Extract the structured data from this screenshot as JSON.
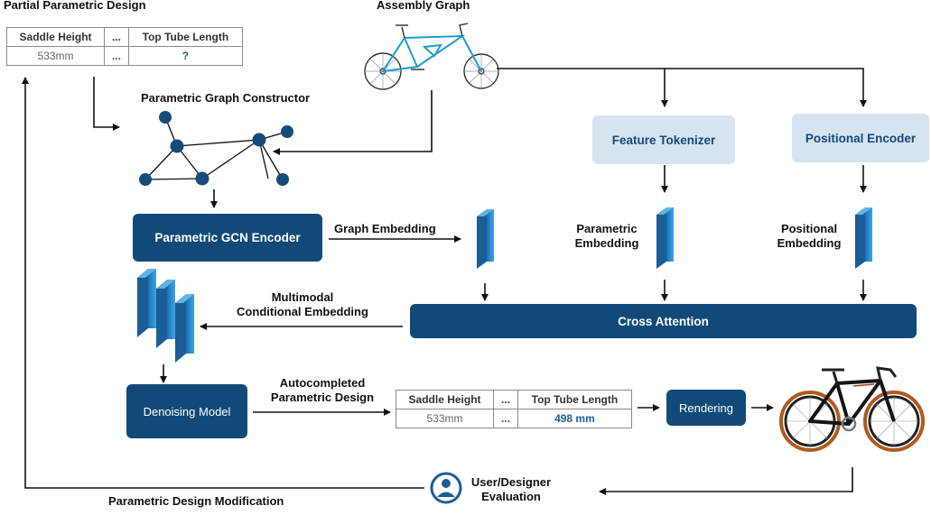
{
  "labels": {
    "partial_design": "Partial Parametric Design",
    "assembly_graph": "Assembly Graph",
    "graph_constructor": "Parametric Graph Constructor",
    "graph_embedding": "Graph Embedding",
    "parametric_embedding": [
      "Parametric",
      "Embedding"
    ],
    "positional_embedding": [
      "Positional",
      "Embedding"
    ],
    "multimodal_embedding": [
      "Multimodal",
      "Conditional Embedding"
    ],
    "autocompleted_design": [
      "Autocompleted",
      "Parametric Design"
    ],
    "user_evaluation": [
      "User/Designer",
      "Evaluation"
    ],
    "design_modification": "Parametric Design Modification"
  },
  "boxes": {
    "gcn_encoder": "Parametric GCN Encoder",
    "feature_tokenizer": "Feature Tokenizer",
    "positional_encoder": "Positional Encoder",
    "cross_attention": "Cross Attention",
    "denoising_model": "Denoising Model",
    "rendering": "Rendering"
  },
  "input_table": {
    "headers": [
      "Saddle Height",
      "...",
      "Top Tube Length"
    ],
    "values": [
      "533mm",
      "...",
      "?"
    ]
  },
  "output_table": {
    "headers": [
      "Saddle Height",
      "...",
      "Top Tube Length"
    ],
    "values": [
      "533mm",
      "...",
      "498 mm"
    ]
  },
  "colors": {
    "dark_box": "#114a78",
    "light_box": "#d6e3f1",
    "embedding": "#2b8fd4",
    "graph_node": "#164b7a",
    "bike_frame": "#1f9bd0",
    "rendered_bike_tire": "#b05a1e"
  }
}
